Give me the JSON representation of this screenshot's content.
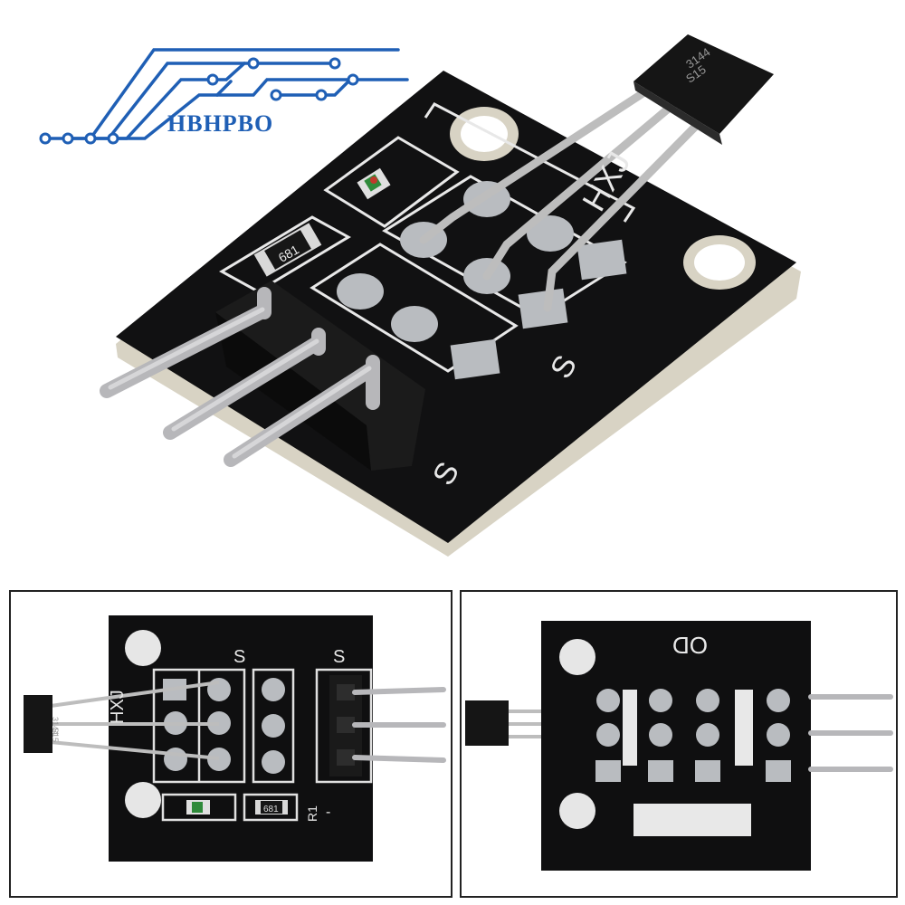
{
  "brand": {
    "name": "HBHPBO",
    "color": "#1f5fb5"
  },
  "main_photo": {
    "sensor_marking_line1": "3144",
    "sensor_marking_line2": "S15",
    "resistor_marking": "681",
    "label_s_right": "S",
    "label_s_bottom": "S",
    "label_hxj": "HXJ"
  },
  "front_view": {
    "sensor_marking_line1": "3144",
    "sensor_marking_line2": "S15",
    "resistor_marking": "681",
    "label_s_left": "S",
    "label_s_right": "S",
    "label_hxj": "HXJ",
    "label_r1": "R1",
    "label_minus": "-"
  },
  "back_view": {
    "label_od": "OD"
  },
  "colors": {
    "pcb": "#0f0f10",
    "pcb_edge": "#d8d3c4",
    "pad": "#b9bcc0",
    "pin": "#b7b7ba",
    "silk": "#e8e8e8"
  }
}
